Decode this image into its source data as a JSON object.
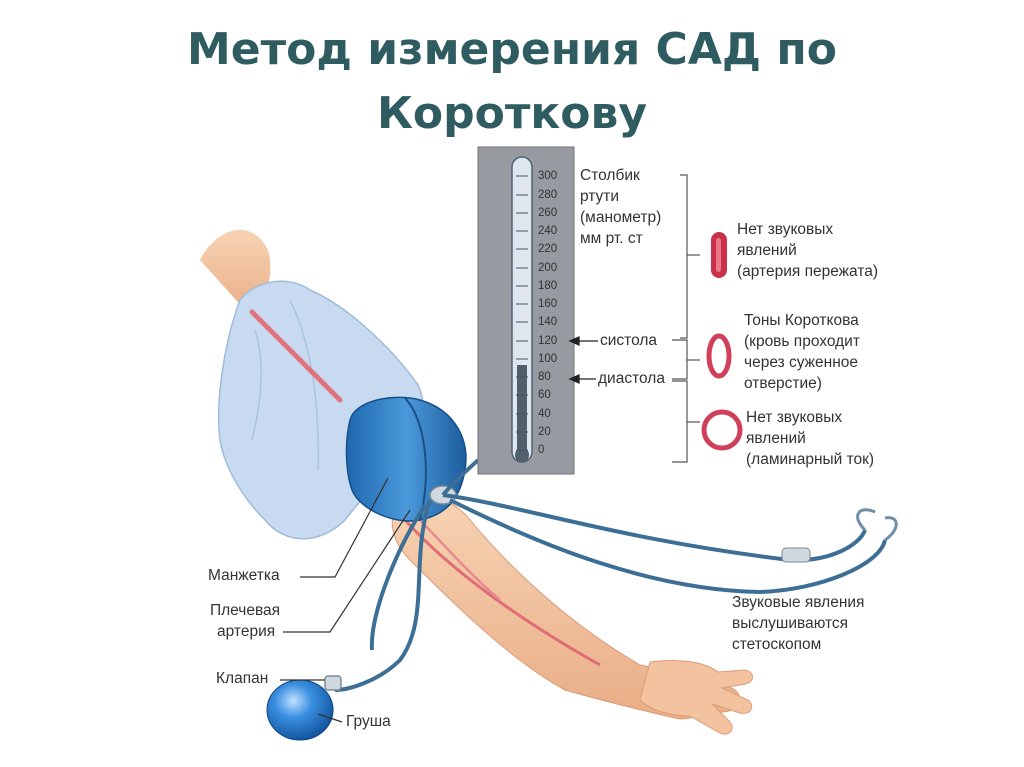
{
  "slide": {
    "title_line1": "Метод измерения САД по",
    "title_line2": "Коротковy"
  },
  "manometer": {
    "scale": [
      "300",
      "280",
      "260",
      "240",
      "220",
      "200",
      "180",
      "160",
      "140",
      "120",
      "100",
      "80",
      "60",
      "40",
      "20",
      "0"
    ],
    "label_line1": "Столбик",
    "label_line2": "ртути",
    "label_line3": "(манометр)",
    "label_line4": "мм рт. ст",
    "systole": "систола",
    "diastole": "диастола",
    "systole_value": 120,
    "diastole_value": 80
  },
  "states": [
    {
      "line1": "Нет звуковых",
      "line2": "явлений",
      "line3": "(артерия пережата)"
    },
    {
      "line1": "Тоны Короткова",
      "line2": "(кровь проходит",
      "line3": "через суженное",
      "line4": "отверстие)"
    },
    {
      "line1": "Нет звуковых",
      "line2": "явлений",
      "line3": "(ламинарный ток)"
    }
  ],
  "parts": {
    "cuff": "Манжетка",
    "artery_line1": "Плечевая",
    "artery_line2": "артерия",
    "valve": "Клапан",
    "bulb": "Груша",
    "stetho_line1": "Звуковые явления",
    "stetho_line2": "выслушиваются",
    "stetho_line3": "стетоскопом"
  },
  "colors": {
    "title": "#2f5c61",
    "cuff": "#2f7fc4",
    "tube": "#3d6f96",
    "artery": "#d9545e",
    "skin": "#f4c9a6",
    "sleeve": "#c9dcf0"
  }
}
